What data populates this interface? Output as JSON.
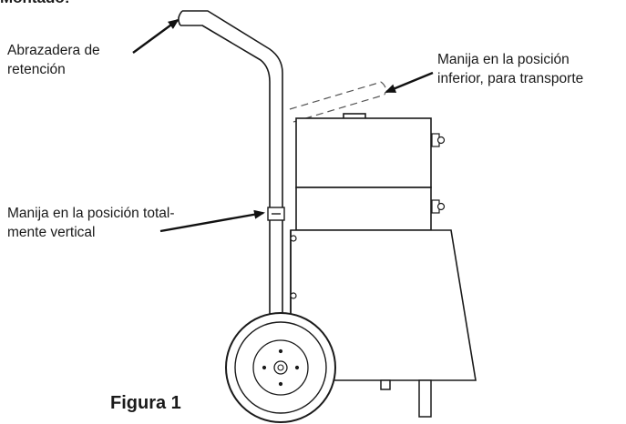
{
  "header": {
    "truncated_text": "Montado:"
  },
  "labels": {
    "clamp": [
      "Abrazadera de",
      "retención"
    ],
    "lower_handle": [
      "Manija en la posición",
      "inferior, para transporte"
    ],
    "vertical_handle": [
      "Manija en la posición total-",
      "mente vertical"
    ]
  },
  "figure": {
    "caption": "Figura 1"
  }
}
